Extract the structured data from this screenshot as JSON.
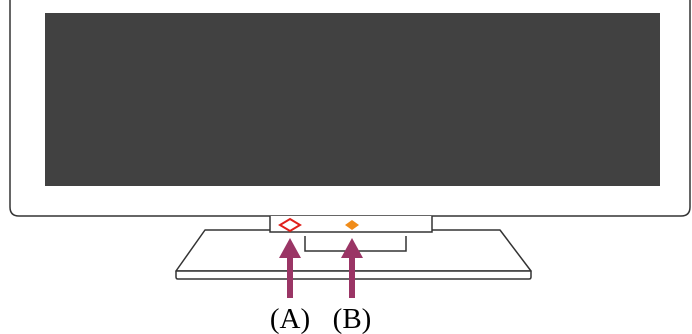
{
  "diagram": {
    "callouts": [
      {
        "label": "(A)",
        "marker": "outlined-diamond",
        "marker_color": "#e0201b"
      },
      {
        "label": "(B)",
        "marker": "filled-diamond",
        "marker_color": "#f08c1a"
      }
    ],
    "colors": {
      "screen": "#414141",
      "outline": "#333333",
      "arrow": "#9a3565",
      "background": "#ffffff"
    }
  }
}
